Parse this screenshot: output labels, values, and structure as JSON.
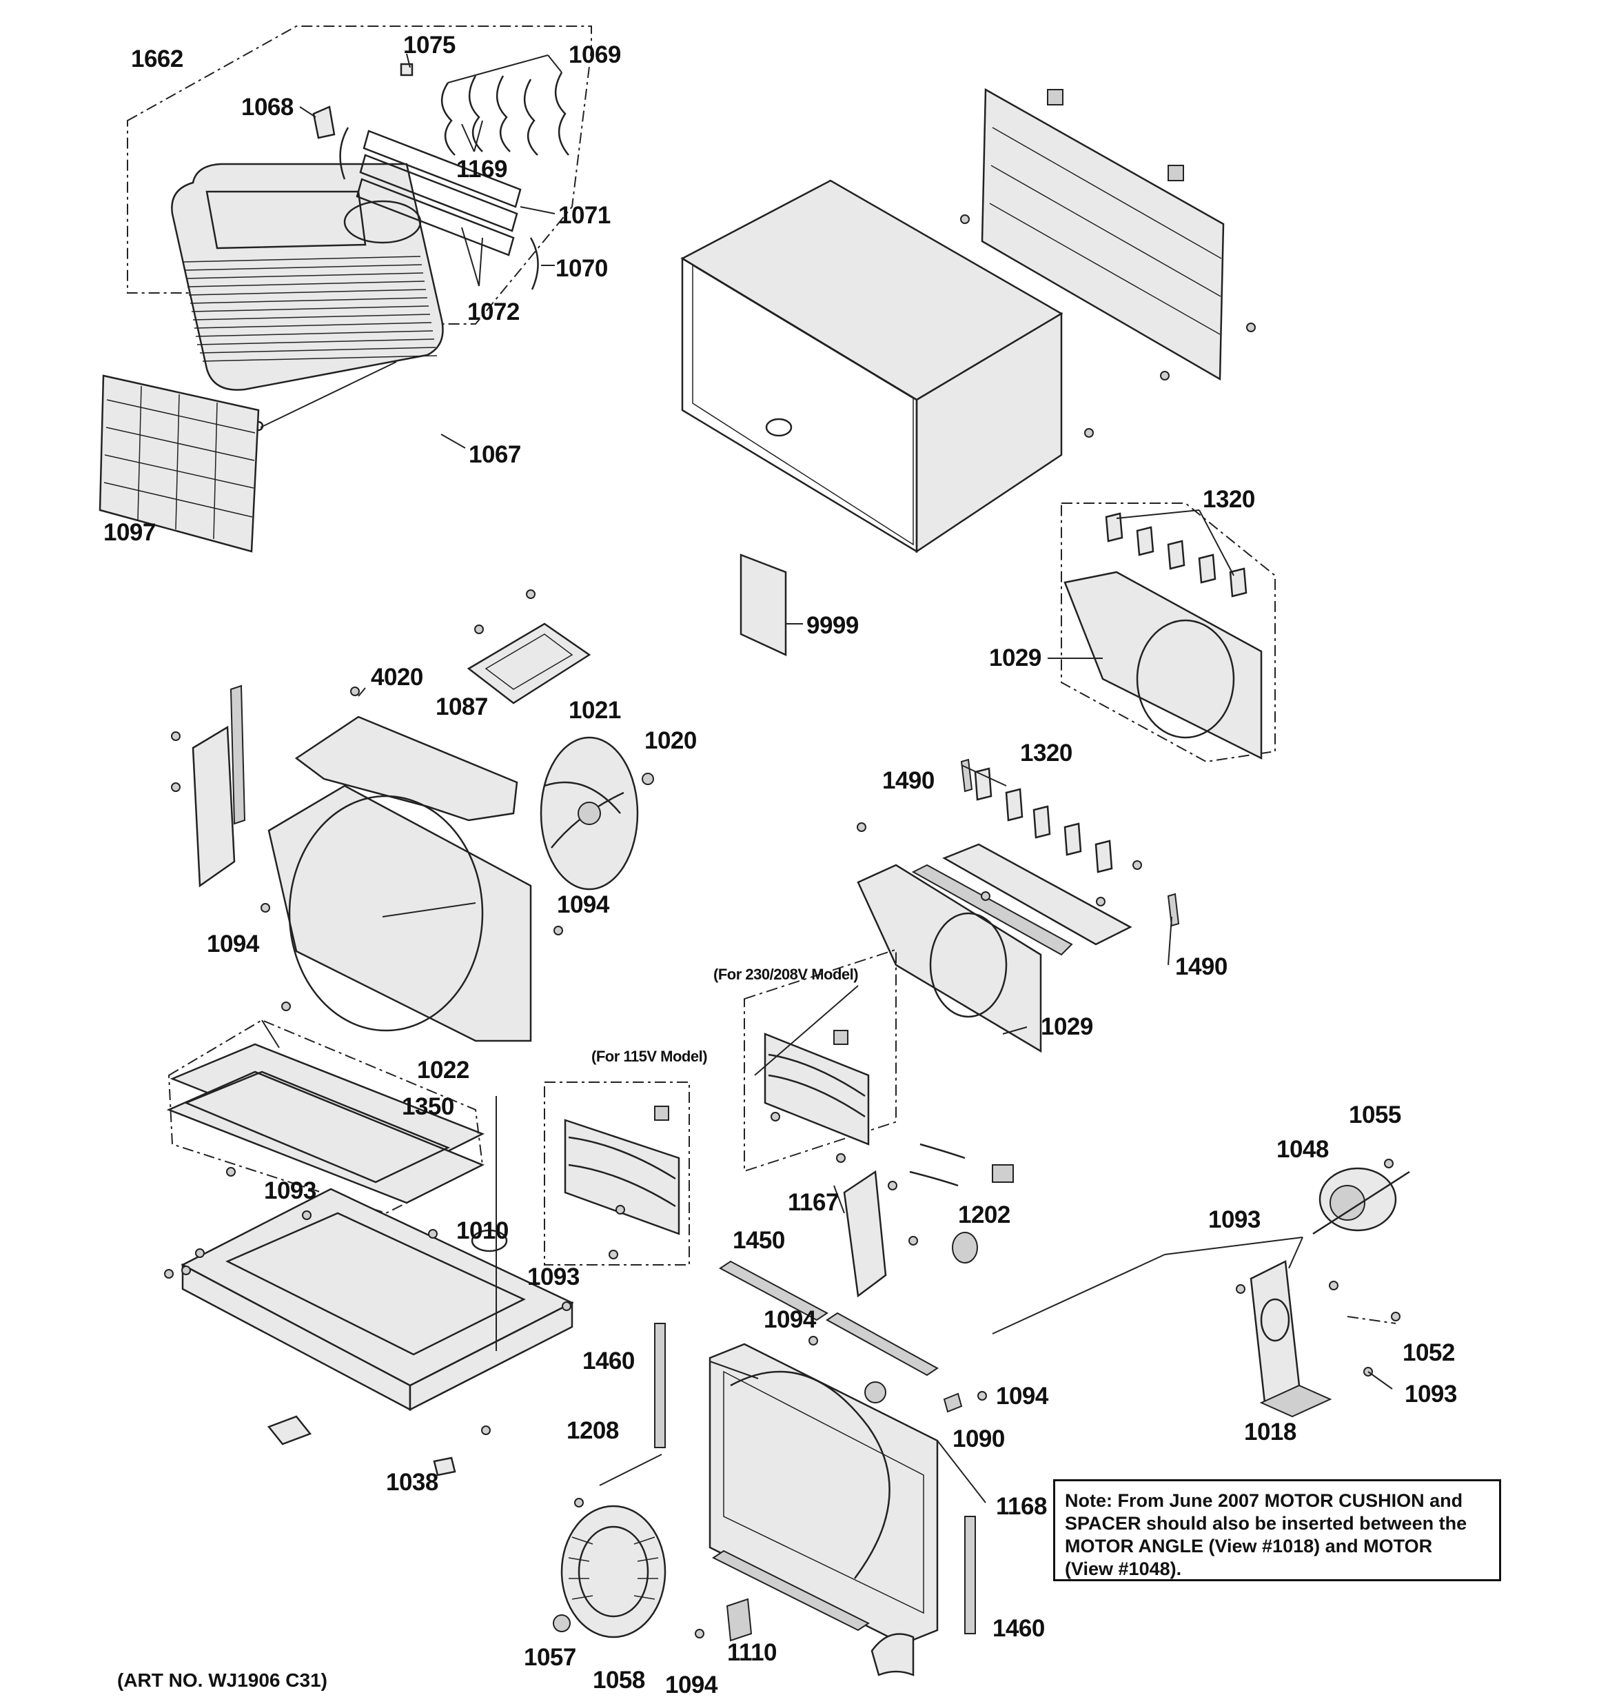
{
  "labels": {
    "l1662": "1662",
    "l1075": "1075",
    "l1069": "1069",
    "l1068": "1068",
    "l1169": "1169",
    "l1071": "1071",
    "l1070": "1070",
    "l1072": "1072",
    "l1067": "1067",
    "l1097": "1097",
    "l1320a": "1320",
    "l1029a": "1029",
    "l9999": "9999",
    "l4020": "4020",
    "l1087": "1087",
    "l1021": "1021",
    "l1020": "1020",
    "l1094a": "1094",
    "l1094b": "1094",
    "l1022": "1022",
    "l1350": "1350",
    "l1093a": "1093",
    "l1010": "1010",
    "l1093b": "1093",
    "l1038": "1038",
    "l1490a": "1490",
    "l1320b": "1320",
    "l1490b": "1490",
    "l1029b": "1029",
    "l230": "(For 230/208V Model)",
    "l115": "(For 115V Model)",
    "l1167": "1167",
    "l1202": "1202",
    "l1055": "1055",
    "l1048": "1048",
    "l1093c": "1093",
    "l1450": "1450",
    "l1094c": "1094",
    "l1460a": "1460",
    "l1208": "1208",
    "l1094d": "1094",
    "l1090": "1090",
    "l1052": "1052",
    "l1093d": "1093",
    "l1018": "1018",
    "l1168": "1168",
    "l1460b": "1460",
    "l1057": "1057",
    "l1058": "1058",
    "l1094e": "1094",
    "l1110": "1110"
  },
  "note": {
    "line1": "Note: From June 2007 MOTOR CUSHION and",
    "line2": "SPACER should also be inserted between the",
    "line3": "MOTOR ANGLE (View #1018) and MOTOR",
    "line4": "(View #1048)."
  },
  "art_no": "(ART NO. WJ1906 C31)"
}
